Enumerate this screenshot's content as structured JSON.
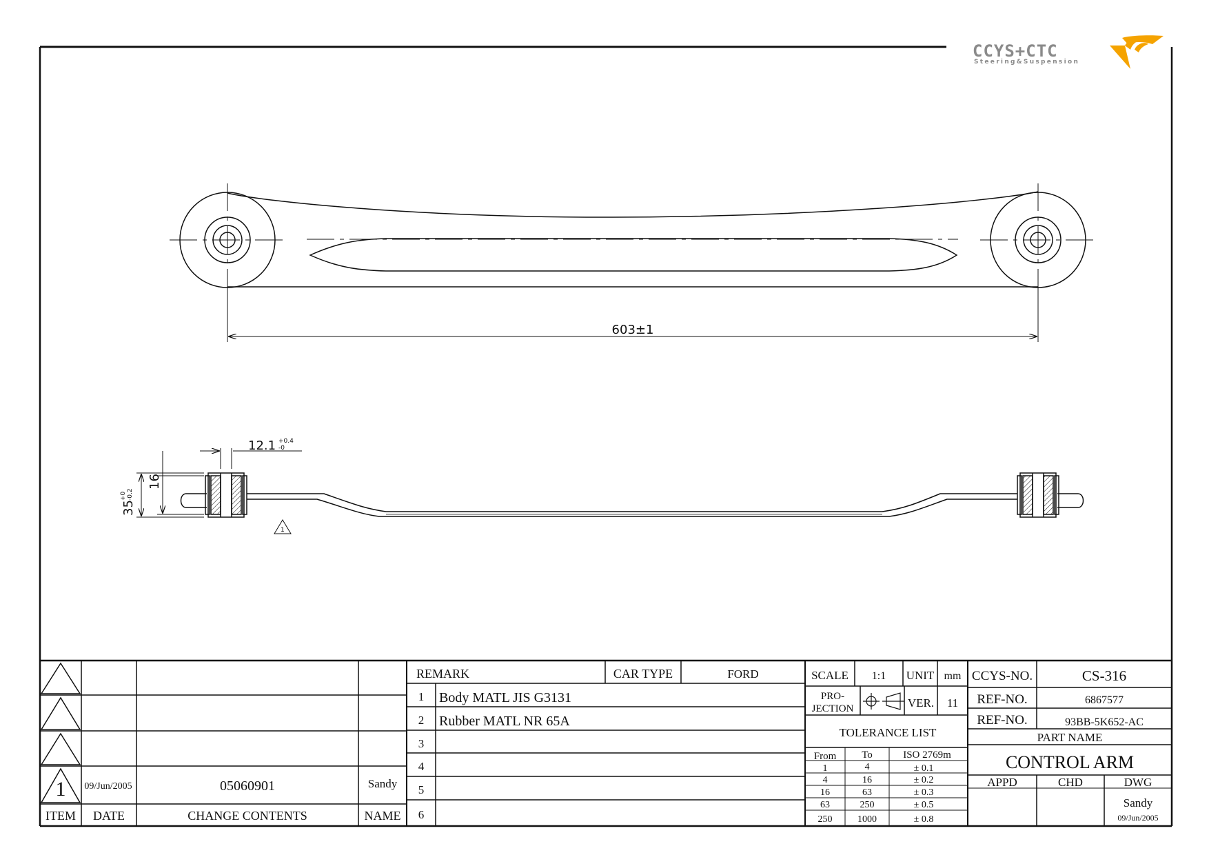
{
  "logo": {
    "text": "CCYS+CTC",
    "tagline": "Steering&Suspension",
    "accent_color": "#f5a300",
    "text_color": "#8a8a8a"
  },
  "drawing": {
    "length_dimension": "603±1",
    "width_dimension": "12.1",
    "width_tol_upper": "+0.4",
    "width_tol_lower": "-0",
    "height_dimension": "35",
    "height_tol_upper": "+0",
    "height_tol_lower": "-0.2",
    "inner_height_dimension": "16",
    "note_symbol": "1"
  },
  "revision_table": {
    "rows": [
      {
        "item": "",
        "date": "",
        "contents": "",
        "name": ""
      },
      {
        "item": "",
        "date": "",
        "contents": "",
        "name": ""
      },
      {
        "item": "",
        "date": "",
        "contents": "",
        "name": ""
      },
      {
        "item": "1",
        "date": "09/Jun/2005",
        "contents": "05060901",
        "name": "Sandy"
      }
    ],
    "headers": {
      "item": "ITEM",
      "date": "DATE",
      "contents": "CHANGE CONTENTS",
      "name": "NAME"
    }
  },
  "remark_table": {
    "remark_label": "REMARK",
    "car_type_label": "CAR TYPE",
    "car_type": "FORD",
    "rows": [
      {
        "no": "1",
        "text": "Body MATL JIS G3131"
      },
      {
        "no": "2",
        "text": "Rubber MATL NR 65A"
      },
      {
        "no": "3",
        "text": ""
      },
      {
        "no": "4",
        "text": ""
      },
      {
        "no": "5",
        "text": ""
      },
      {
        "no": "6",
        "text": ""
      }
    ]
  },
  "spec_table": {
    "scale_label": "SCALE",
    "scale": "1:1",
    "unit_label": "UNIT",
    "unit": "mm",
    "projection_label_1": "PRO-",
    "projection_label_2": "JECTION",
    "ver_label": "VER.",
    "ver": "11",
    "tolerance_title": "TOLERANCE LIST",
    "tolerance_headers": {
      "from": "From",
      "to": "To",
      "iso": "ISO 2769m"
    },
    "tolerances": [
      {
        "from": "1",
        "to": "4",
        "tol": "± 0.1"
      },
      {
        "from": "4",
        "to": "16",
        "tol": "± 0.2"
      },
      {
        "from": "16",
        "to": "63",
        "tol": "± 0.3"
      },
      {
        "from": "63",
        "to": "250",
        "tol": "± 0.5"
      },
      {
        "from": "250",
        "to": "1000",
        "tol": "± 0.8"
      }
    ]
  },
  "title_block": {
    "ccys_no_label": "CCYS-NO.",
    "ccys_no": "CS-316",
    "ref_no_label_1": "REF-NO.",
    "ref_no_1": "6867577",
    "ref_no_label_2": "REF-NO.",
    "ref_no_2": "93BB-5K652-AC",
    "part_name_label": "PART NAME",
    "part_name": "CONTROL ARM",
    "appd_label": "APPD",
    "chd_label": "CHD",
    "dwg_label": "DWG",
    "dwg_name": "Sandy",
    "dwg_date": "09/Jun/2005"
  }
}
